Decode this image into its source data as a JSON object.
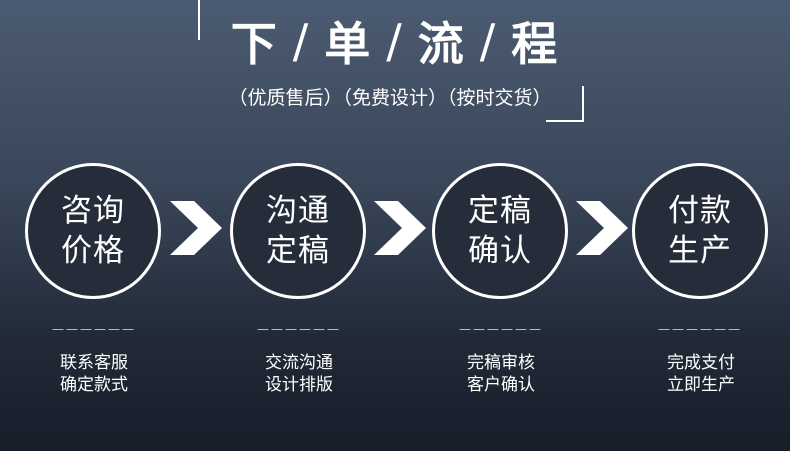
{
  "header": {
    "title_parts": [
      "下",
      "单",
      "流",
      "程"
    ],
    "separator": "/",
    "subtitle": "（优质售后）（免费设计）（按时交货）"
  },
  "steps": [
    {
      "line1": "咨询",
      "line2": "价格",
      "dash": "——————",
      "desc1": "联系客服",
      "desc2": "确定款式"
    },
    {
      "line1": "沟通",
      "line2": "定稿",
      "dash": "——————",
      "desc1": "交流沟通",
      "desc2": "设计排版"
    },
    {
      "line1": "定稿",
      "line2": "确认",
      "dash": "——————",
      "desc1": "完稿审核",
      "desc2": "客户确认"
    },
    {
      "line1": "付款",
      "line2": "生产",
      "dash": "——————",
      "desc1": "完成支付",
      "desc2": "立即生产"
    }
  ],
  "colors": {
    "text": "#ffffff",
    "bg_top": "#4b5b71",
    "bg_bottom": "#171d29"
  },
  "icons": {
    "arrow": "chevron-right-icon"
  }
}
